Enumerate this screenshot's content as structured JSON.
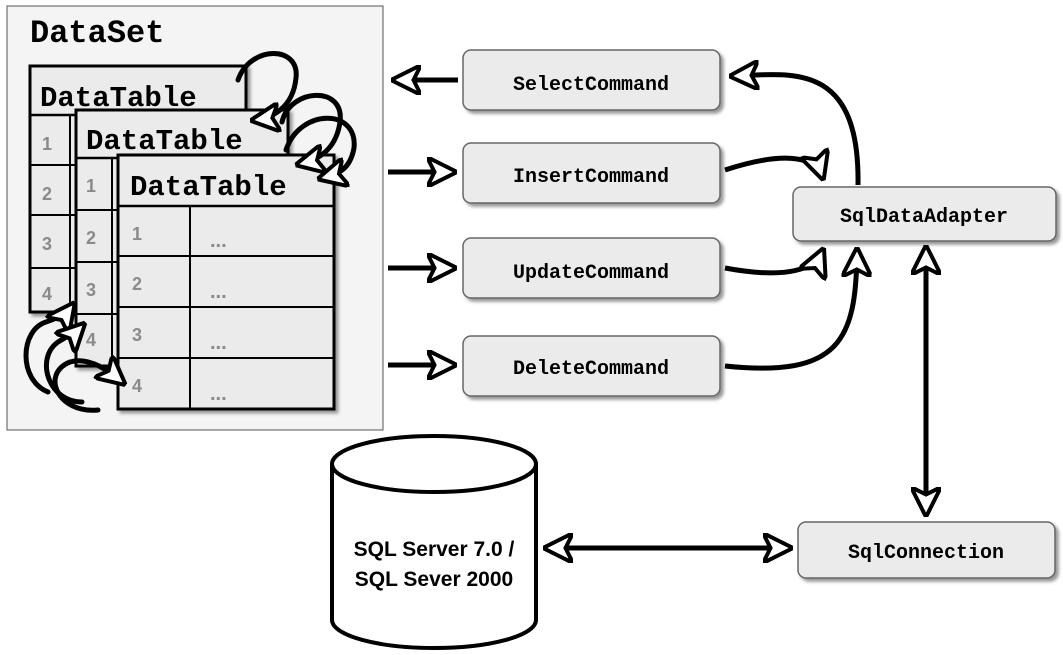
{
  "dataset": {
    "title": "DataSet",
    "tables": [
      {
        "title": "DataTable",
        "rows": [
          "1",
          "2",
          "3",
          "4"
        ]
      },
      {
        "title": "DataTable",
        "rows": [
          "1",
          "2",
          "3",
          "4"
        ]
      },
      {
        "title": "DataTable",
        "rows": [
          "1",
          "2",
          "3",
          "4"
        ],
        "cell_value": "..."
      }
    ]
  },
  "commands": {
    "select": "SelectCommand",
    "insert": "InsertCommand",
    "update": "UpdateCommand",
    "delete": "DeleteCommand"
  },
  "adapter": "SqlDataAdapter",
  "connection": "SqlConnection",
  "database": {
    "line1": "SQL Server 7.0 /",
    "line2": "SQL Sever 2000"
  },
  "colors": {
    "box_fill": "#ebebeb",
    "row_fill": "#e6e6e6",
    "outline": "#000000",
    "shadow": "#8c8c8c",
    "row_number": "#8a8a8a"
  }
}
